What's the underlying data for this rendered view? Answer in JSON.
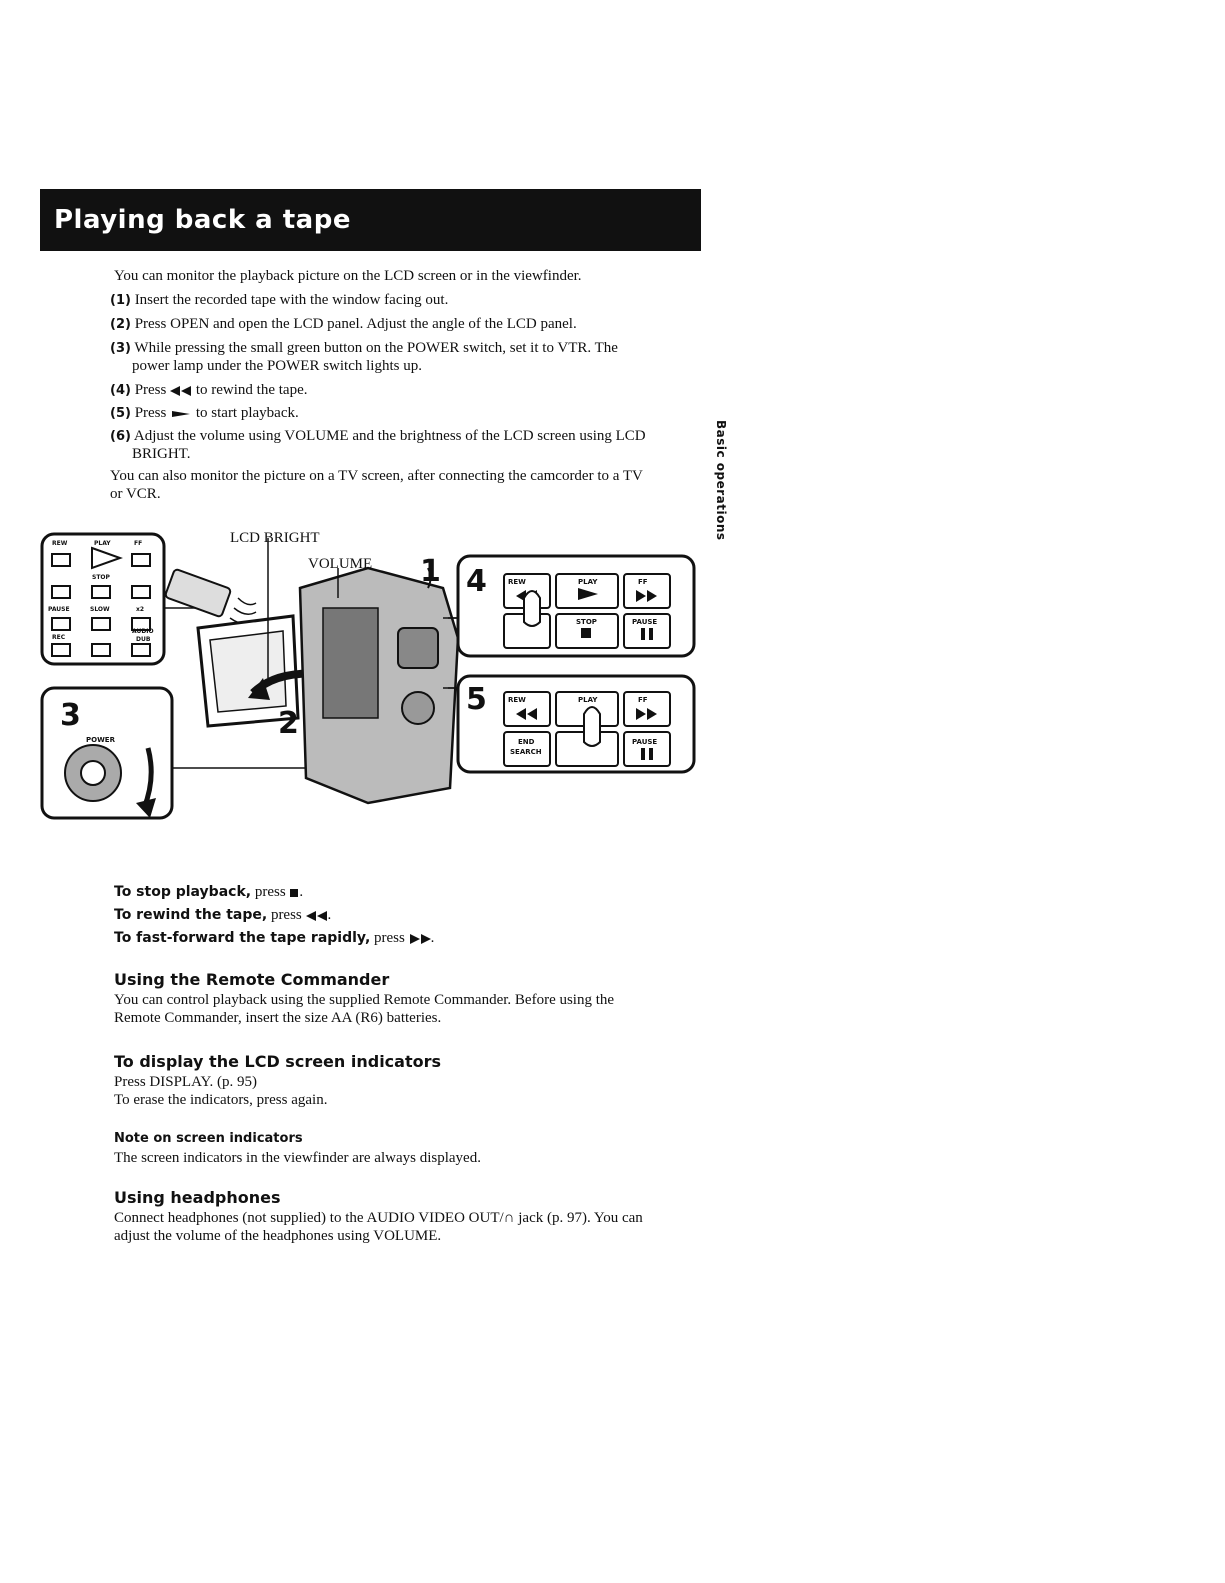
{
  "title": "Playing back a tape",
  "side_tab": "Basic operations",
  "intro": "You can monitor the playback picture on the LCD screen or in the viewfinder.",
  "steps": [
    {
      "num": "(1)",
      "text": "Insert the recorded tape with the window facing out."
    },
    {
      "num": "(2)",
      "text": "Press OPEN and open the LCD panel. Adjust the angle of the LCD panel."
    },
    {
      "num": "(3)",
      "text": "While pressing the small green button on the POWER switch, set it to VTR. The",
      "text2": "power lamp under the POWER switch lights up."
    },
    {
      "num": "(4)",
      "pre": "Press",
      "post": "to rewind the tape."
    },
    {
      "num": "(5)",
      "pre": "Press",
      "post": "to start playback."
    },
    {
      "num": "(6)",
      "text": "Adjust the volume using VOLUME and the brightness of the LCD screen using LCD",
      "text2": "BRIGHT."
    }
  ],
  "tv_note_1": "You can also monitor the picture on a TV screen, after connecting the camcorder to a TV",
  "tv_note_2": "or VCR.",
  "illustration": {
    "label_lcd_bright": "LCD BRIGHT",
    "label_volume": "VOLUME",
    "num_1": "1",
    "num_2": "2",
    "num_3": "3",
    "num_4": "4",
    "num_5": "5",
    "power_label": "POWER",
    "btn_rew": "REW",
    "btn_play": "PLAY",
    "btn_ff": "FF",
    "btn_stop": "STOP",
    "btn_pause": "PAUSE",
    "btn_end": "END",
    "btn_search": "SEARCH",
    "remote_labels": [
      "REW",
      "PLAY",
      "FF",
      "STOP",
      "PAUSE",
      "SLOW",
      "x2",
      "REC",
      "AUDIO",
      "DUB"
    ]
  },
  "quick": [
    {
      "bold": "To stop playback,",
      "rest": "press"
    },
    {
      "bold": "To rewind the tape,",
      "rest": "press"
    },
    {
      "bold": "To fast-forward the tape rapidly,",
      "rest": "press"
    }
  ],
  "remote_heading": "Using the Remote Commander",
  "remote_text_1": "You can control playback using the supplied Remote Commander. Before using the",
  "remote_text_2": "Remote Commander, insert the size AA (R6) batteries.",
  "lcd_heading": "To display the LCD screen indicators",
  "lcd_text_1": "Press DISPLAY. (p. 95)",
  "lcd_text_2": "To erase the indicators, press again.",
  "note_heading": "Note on screen indicators",
  "note_text": "The screen indicators in the viewfinder are always displayed.",
  "hp_heading": "Using headphones",
  "hp_text_1": "Connect headphones (not supplied) to the AUDIO VIDEO OUT/∩ jack (p. 97). You can",
  "hp_text_2": "adjust the volume of the headphones using VOLUME."
}
